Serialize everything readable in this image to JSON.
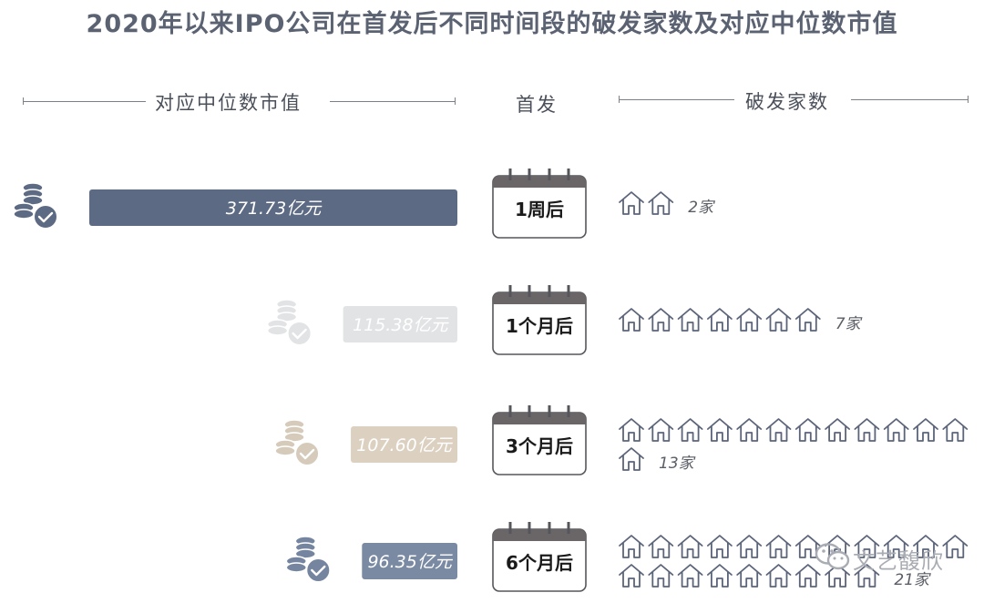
{
  "title": "2020年以来IPO公司在首发后不同时间段的破发家数及对应中位数市值",
  "headers": {
    "left": "对应中位数市值",
    "center": "首发",
    "right": "破发家数"
  },
  "chart_data": {
    "type": "bar",
    "title": "2020年以来IPO公司在首发后不同时间段的破发家数及对应中位数市值",
    "categories": [
      "1周后",
      "1个月后",
      "3个月后",
      "6个月后"
    ],
    "series": [
      {
        "name": "对应中位数市值",
        "values": [
          371.73,
          115.38,
          107.6,
          96.35
        ],
        "labels": [
          "371.73亿元",
          "115.38亿元",
          "107.60亿元",
          "96.35亿元"
        ],
        "colors": [
          "#5d6a83",
          "#e2e3e5",
          "#dcd1c1",
          "#7b8aa3"
        ]
      },
      {
        "name": "破发家数",
        "values": [
          2,
          7,
          13,
          21
        ],
        "labels": [
          "2家",
          "7家",
          "13家",
          "21家"
        ]
      }
    ],
    "coin_colors": [
      "#5d6a83",
      "#e2e3e5",
      "#d6cbbb",
      "#76859f"
    ]
  },
  "watermark": "文艺馥欣"
}
